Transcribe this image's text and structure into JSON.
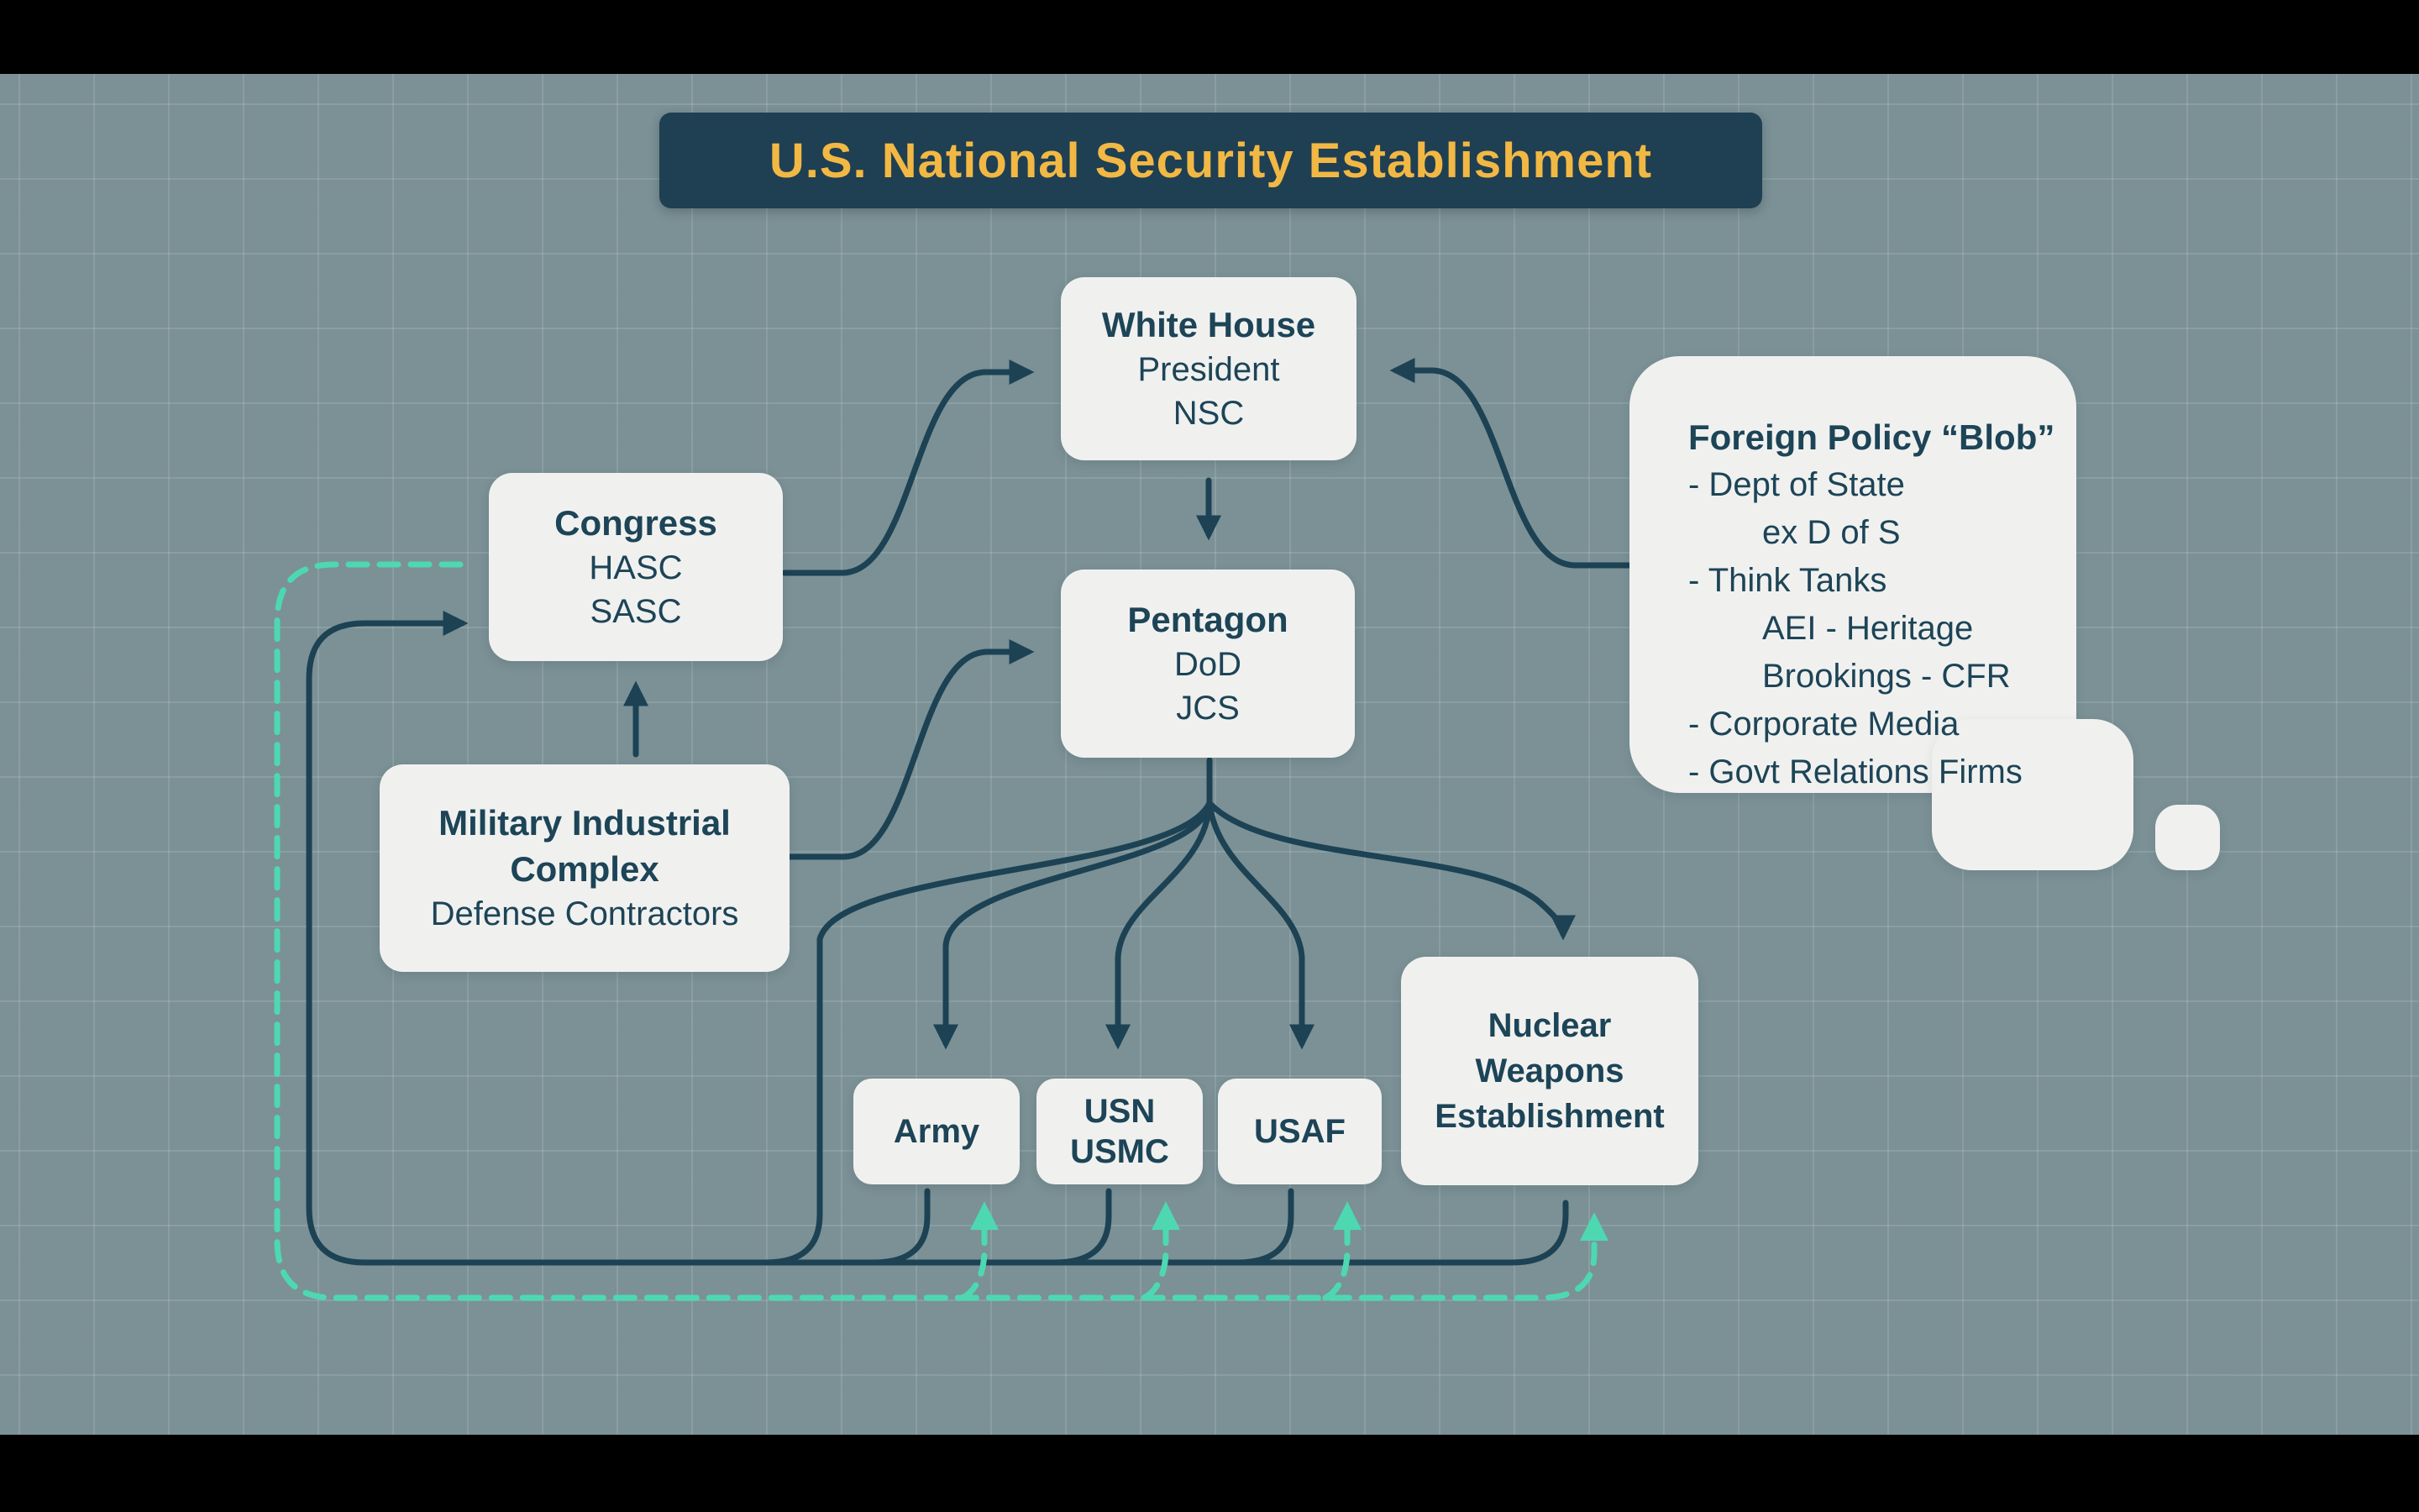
{
  "title": "U.S. National Security Establishment",
  "colors": {
    "background": "#7b9196",
    "box_fill": "#f0f1ef",
    "dark_line": "#1c4254",
    "teal_dashed": "#4ed8b2",
    "title_bg": "#1f3f53",
    "title_text": "#f2b844",
    "node_text": "#1d4457"
  },
  "nodes": {
    "white_house": {
      "heading": "White House",
      "lines": [
        "President",
        "NSC"
      ]
    },
    "congress": {
      "heading": "Congress",
      "lines": [
        "HASC",
        "SASC"
      ]
    },
    "mic": {
      "heading": "Military Industrial Complex",
      "line": "Defense Contractors"
    },
    "pentagon": {
      "heading": "Pentagon",
      "lines": [
        "DoD",
        "JCS"
      ]
    },
    "blob": {
      "heading": "Foreign Policy “Blob”",
      "items": [
        "- Dept of State",
        "ex D of S",
        "- Think Tanks",
        "AEI - Heritage",
        "Brookings - CFR",
        "- Corporate Media",
        "- Govt Relations Firms"
      ]
    },
    "army": {
      "label": "Army"
    },
    "usn_usmc": {
      "lines": [
        "USN",
        "USMC"
      ]
    },
    "usaf": {
      "label": "USAF"
    },
    "nuclear": {
      "lines": [
        "Nuclear",
        "Weapons",
        "Establishment"
      ]
    }
  },
  "edges": [
    {
      "from": "congress",
      "to": "white_house",
      "style": "solid-dark"
    },
    {
      "from": "foreign_policy_blob",
      "to": "white_house",
      "style": "solid-dark"
    },
    {
      "from": "white_house",
      "to": "pentagon",
      "style": "solid-dark"
    },
    {
      "from": "military_industrial_complex",
      "to": "congress",
      "style": "solid-dark"
    },
    {
      "from": "military_industrial_complex",
      "to": "pentagon",
      "style": "solid-dark"
    },
    {
      "from": "pentagon",
      "to": "army",
      "style": "solid-dark"
    },
    {
      "from": "pentagon",
      "to": "usn_usmc",
      "style": "solid-dark"
    },
    {
      "from": "pentagon",
      "to": "usaf",
      "style": "solid-dark"
    },
    {
      "from": "pentagon",
      "to": "nuclear_weapons_establishment",
      "style": "solid-dark"
    },
    {
      "from": "services_and_pentagon",
      "to": "congress",
      "style": "solid-dark-feedback-loop"
    },
    {
      "from": "congress",
      "to": "army",
      "style": "teal-dashed"
    },
    {
      "from": "congress",
      "to": "usn_usmc",
      "style": "teal-dashed"
    },
    {
      "from": "congress",
      "to": "usaf",
      "style": "teal-dashed"
    },
    {
      "from": "congress",
      "to": "nuclear_weapons_establishment",
      "style": "teal-dashed"
    }
  ]
}
